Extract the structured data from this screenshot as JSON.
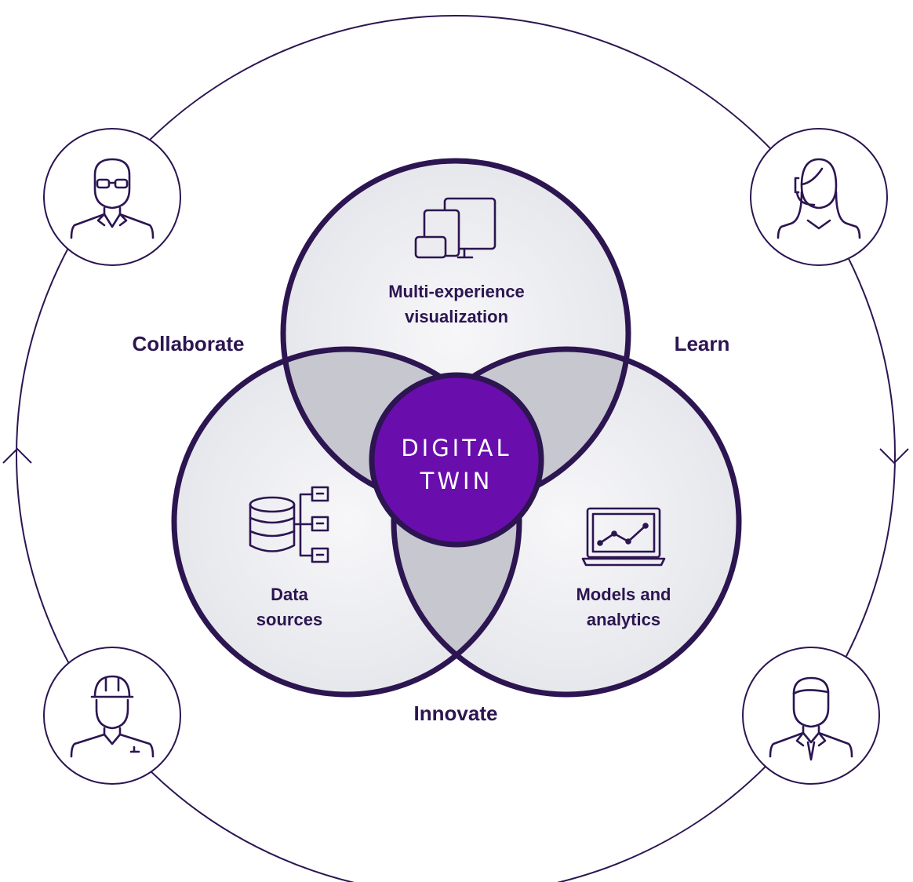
{
  "diagram": {
    "outer_labels": {
      "collaborate": "Collaborate",
      "learn": "Learn",
      "innovate": "Innovate"
    },
    "circles": {
      "top": {
        "line1": "Multi-experience",
        "line2": "visualization",
        "icon": "devices-icon"
      },
      "left": {
        "line1": "Data",
        "line2": "sources",
        "icon": "database-icon"
      },
      "right": {
        "line1": "Models and",
        "line2": "analytics",
        "icon": "laptop-chart-icon"
      }
    },
    "center": {
      "line1": "DIGITAL",
      "line2": "TWIN"
    },
    "personas": [
      {
        "icon": "person-glasses-icon"
      },
      {
        "icon": "person-headset-icon"
      },
      {
        "icon": "person-hardhat-icon"
      },
      {
        "icon": "person-businessman-icon"
      }
    ],
    "colors": {
      "outline": "#2c1551",
      "center_fill": "#6a0dad",
      "circle_fill": "#f1f1f4",
      "overlap_fill": "#c6c7cf"
    }
  }
}
